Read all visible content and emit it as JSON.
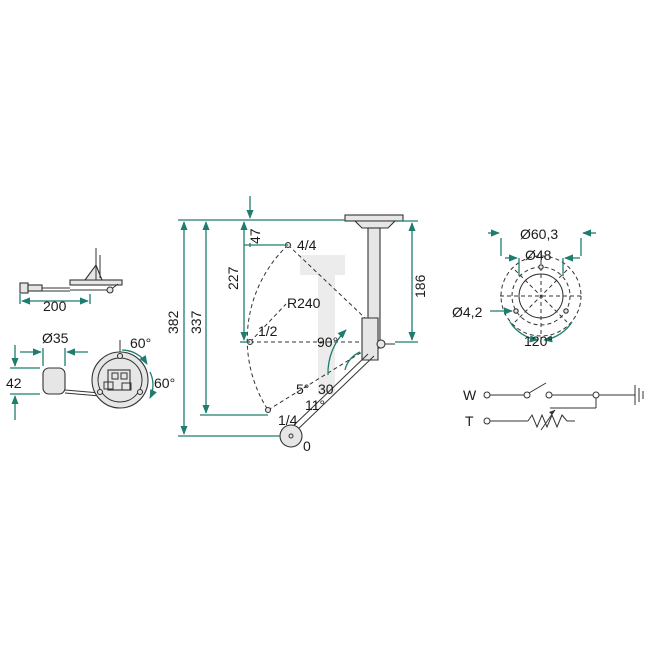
{
  "colors": {
    "dimension": "#1e7d6e",
    "part": "#e6e6e6",
    "outline": "#333333"
  },
  "labels": {
    "d200": "200",
    "d35": "Ø35",
    "d42": "42",
    "a60a": "60°",
    "a60b": "60°",
    "d382": "382",
    "d337": "337",
    "d227": "227",
    "d47": "47",
    "d186": "186",
    "p44": "4/4",
    "p12": "1/2",
    "p14": "1/4",
    "p0": "0",
    "r240": "R240",
    "a90": "90°",
    "a5": "5°",
    "a30": "30",
    "a11": "11°",
    "d603": "Ø60,3",
    "d48": "Ø48",
    "d42h": "Ø4,2",
    "a120": "120°",
    "w": "W",
    "t": "T"
  }
}
